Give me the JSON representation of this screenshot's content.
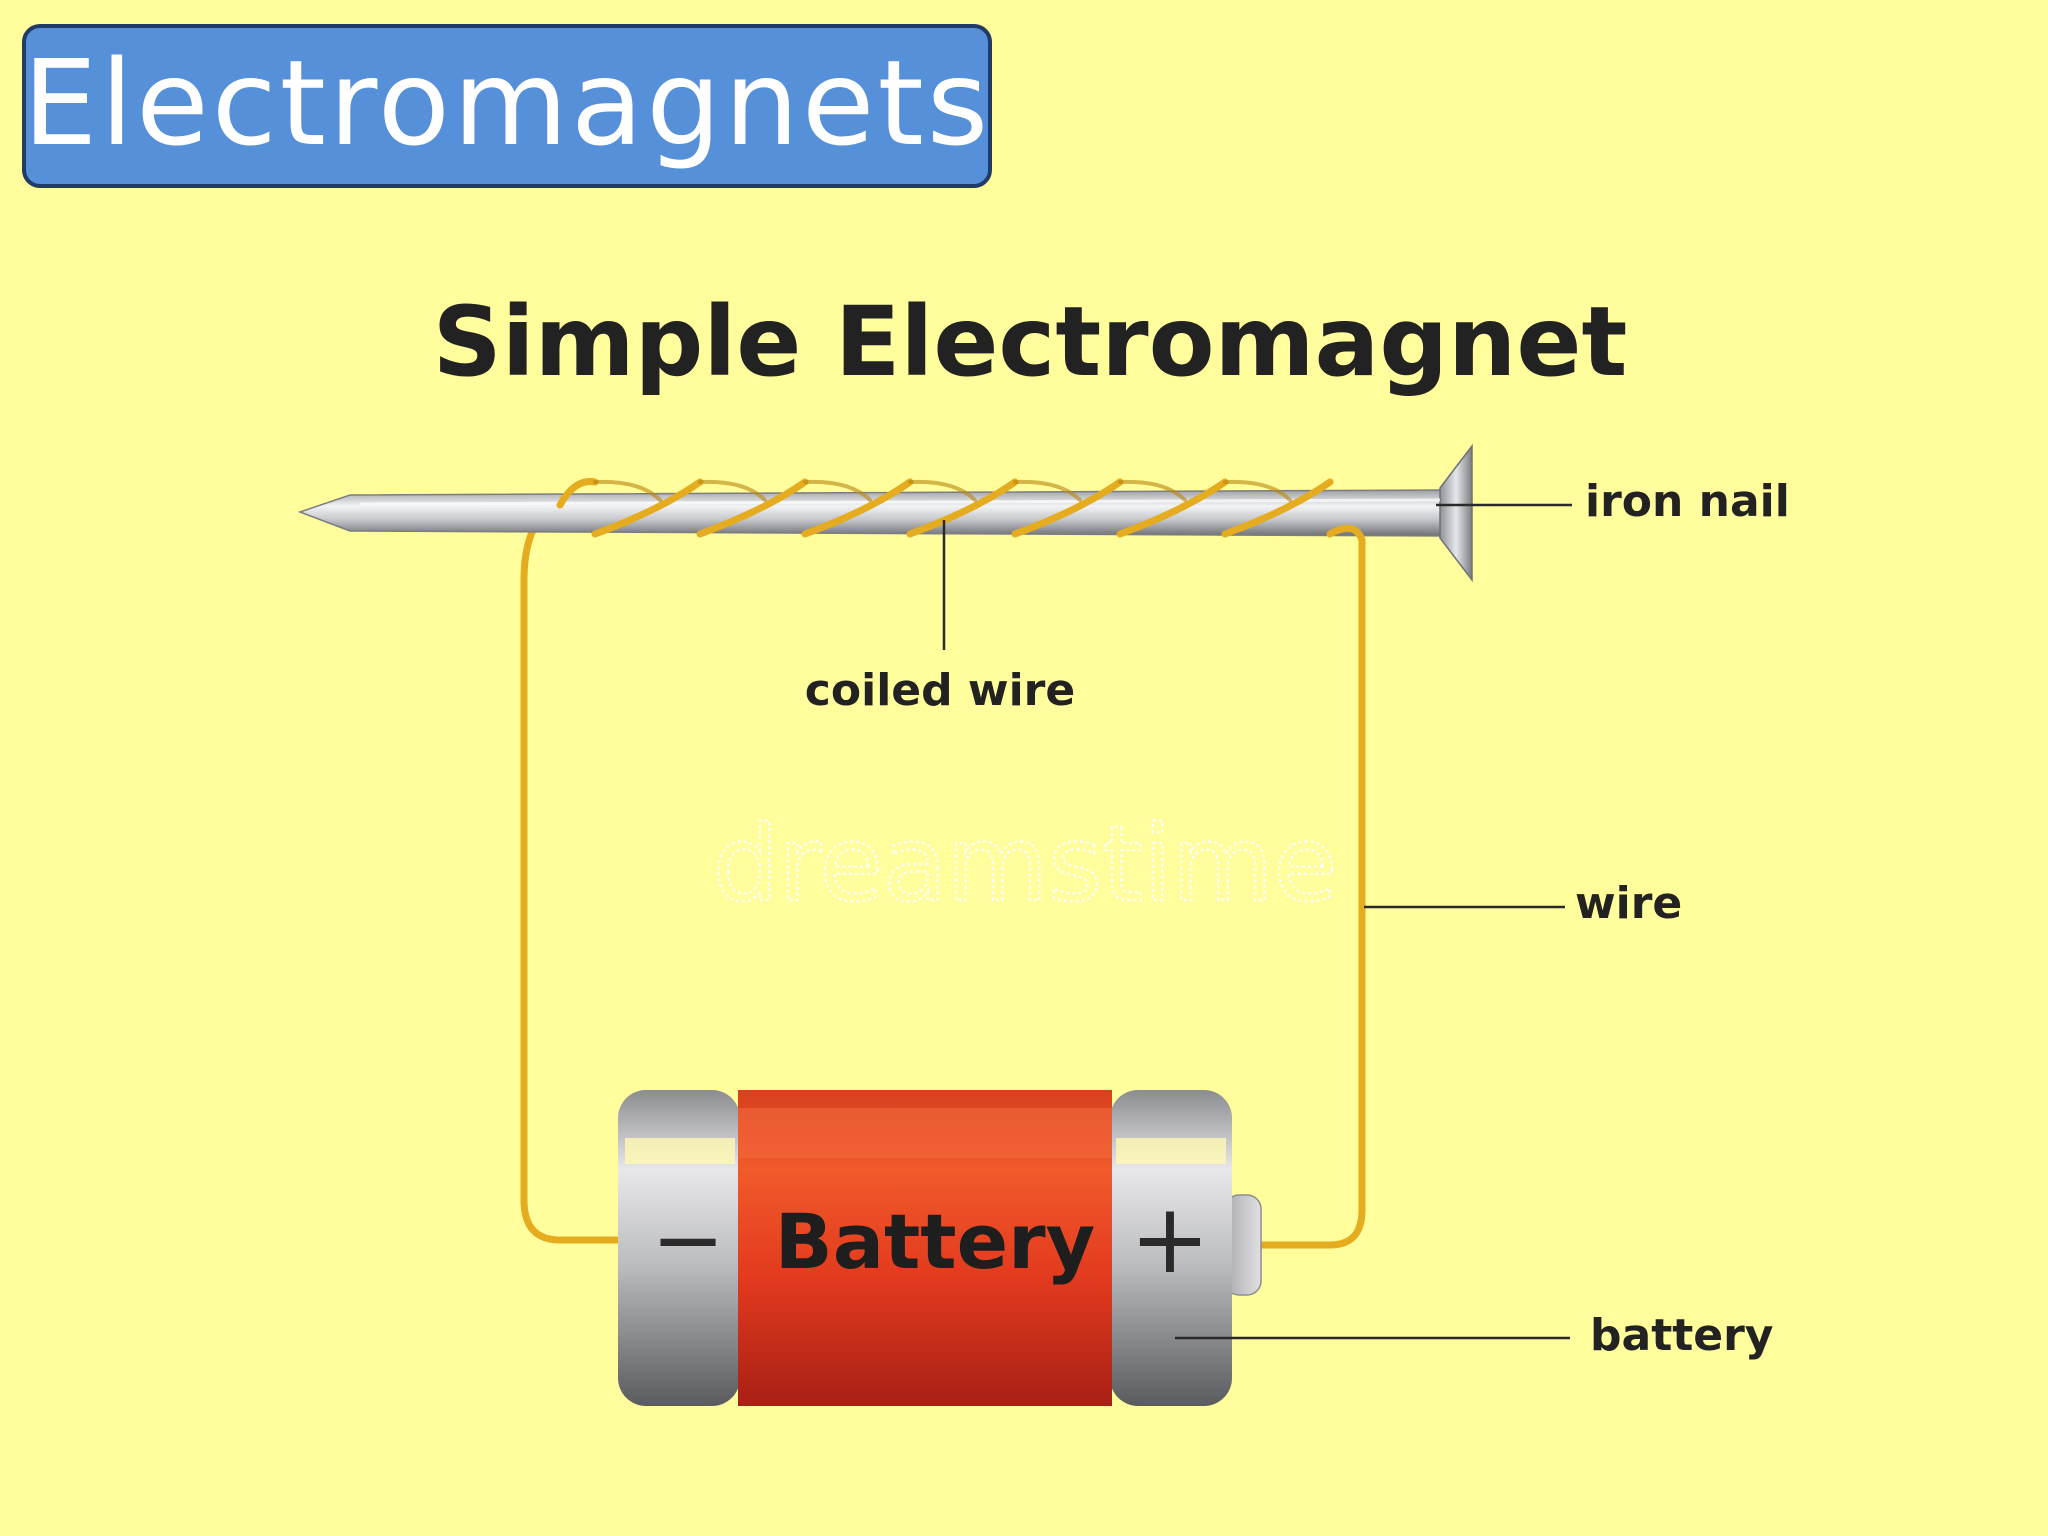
{
  "slide": {
    "background": "#fffd9c",
    "title": "Electromagnets",
    "title_bg": "#5590d9"
  },
  "diagram": {
    "title": "Simple Electromagnet",
    "watermark": "dreamstime",
    "labels": {
      "iron_nail": "iron nail",
      "coiled_wire": "coiled wire",
      "wire": "wire",
      "battery": "battery"
    },
    "battery": {
      "text": "Battery",
      "negative_symbol": "−",
      "positive_symbol": "+",
      "body_color": "#e63b1c",
      "end_color": "#b9b9bb"
    },
    "wire_color": "#e7b526",
    "nail_color": "#c7c8cc"
  }
}
